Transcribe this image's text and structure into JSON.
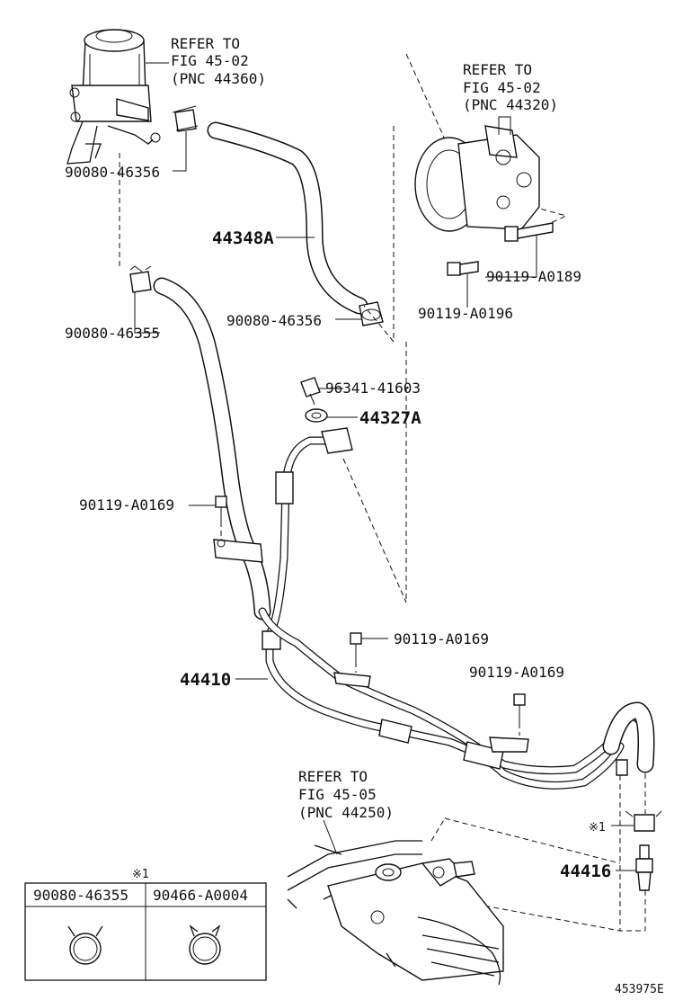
{
  "labels": {
    "reservoir_ref": [
      "REFER TO",
      "FIG 45-02",
      "(PNC 44360)"
    ],
    "pump_ref": [
      "REFER TO",
      "FIG 45-02",
      "(PNC 44320)"
    ],
    "gear_ref": [
      "REFER TO",
      "FIG 45-05",
      "(PNC 44250)"
    ],
    "clamp_top": "90080-46356",
    "hose_return": "44348A",
    "clamp_bottom": "90080-46356",
    "clamp_left": "90080-46355",
    "bolt_pump_long": "90119-A0189",
    "bolt_pump_short": "90119-A0196",
    "union_bolt": "96341-41603",
    "gasket": "44327A",
    "bolt_left": "90119-A0169",
    "bolt_mid": "90119-A0169",
    "bolt_right": "90119-A0169",
    "pressure_hose": "44410",
    "clamp_mark": "※1",
    "hose_right": "44416",
    "table_mark": "※1",
    "table_col1": "90080-46355",
    "table_col2": "90466-A0004",
    "figure_code": "453975E"
  }
}
